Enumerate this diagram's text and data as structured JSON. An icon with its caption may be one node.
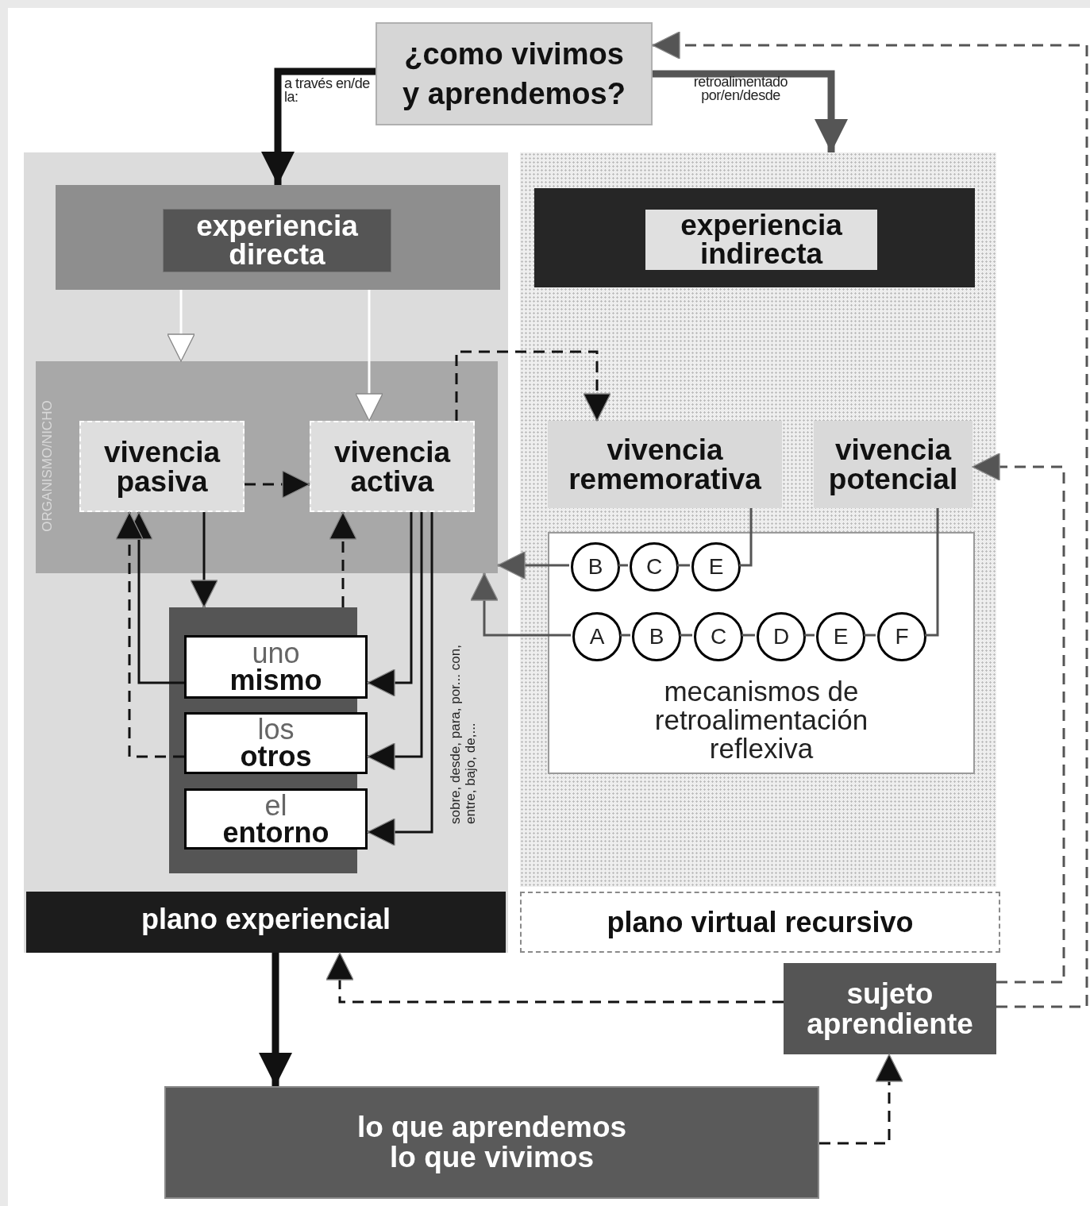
{
  "diagram": {
    "nodes": [
      {
        "text": [
          "¿como vivimos y aprendemos?"
        ]
      },
      {
        "text": [
          "plano experiencial"
        ]
      },
      {
        "text": [
          "experiencia directa"
        ],
        "in": 1
      },
      {
        "text": [
          "ORGANISMO/NICHO"
        ],
        "in": 1
      },
      {
        "text": [
          "vivencia pasiva"
        ],
        "in": 3
      },
      {
        "text": [
          "vivencia activa"
        ],
        "in": 3
      },
      {
        "text": [],
        "shape": "box",
        "in": 1
      },
      {
        "text": [
          "uno",
          "mismo"
        ],
        "in": 6
      },
      {
        "text": [
          "los",
          "otros"
        ],
        "in": 6
      },
      {
        "text": [
          "el",
          "entorno"
        ],
        "in": 6
      },
      {
        "text": [],
        "shape": "box"
      },
      {
        "text": [
          "experiencia indirecta"
        ],
        "in": 10
      },
      {
        "text": [
          "vivencia rememorativa"
        ],
        "in": 10
      },
      {
        "text": [
          "vivencia potencial"
        ],
        "in": 10
      },
      {
        "text": [
          "mecanismos de retroalimentación reflexiva"
        ],
        "in": 10
      },
      {
        "text": [
          "B"
        ],
        "in": 14
      },
      {
        "text": [
          "C"
        ],
        "in": 14
      },
      {
        "text": [
          "E"
        ],
        "in": 14
      },
      {
        "text": [
          "A"
        ],
        "in": 14
      },
      {
        "text": [
          "B"
        ],
        "in": 14
      },
      {
        "text": [
          "C"
        ],
        "in": 14
      },
      {
        "text": [
          "D"
        ],
        "in": 14
      },
      {
        "text": [
          "E"
        ],
        "in": 14
      },
      {
        "text": [
          "F"
        ],
        "in": 14
      },
      {
        "text": [
          "plano virtual recursivo"
        ]
      },
      {
        "text": [
          "sujeto aprendiente"
        ]
      },
      {
        "text": [
          "lo que aprendemos lo que vivimos"
        ]
      }
    ],
    "edges": [
      {
        "from": 0,
        "to": 2,
        "arrow": "to",
        "label": "a través en/de la:",
        "style": "thick"
      },
      {
        "from": 0,
        "to": 10,
        "arrow": "to",
        "label": "retroalimentado por/en/desde",
        "style": "thick",
        "color": "#555555"
      },
      {
        "from": 2,
        "to": 3,
        "arrow": "to",
        "color": "#ffffff"
      },
      {
        "from": 2,
        "to": 5,
        "arrow": "to",
        "color": "#ffffff"
      },
      {
        "from": 5,
        "to": 12,
        "arrow": "to",
        "style": "dashed"
      },
      {
        "from": 4,
        "to": 5,
        "arrow": "to",
        "style": "dashed"
      },
      {
        "from": 4,
        "to": 6,
        "arrow": "to"
      },
      {
        "from": 7,
        "to": 4,
        "arrow": "to"
      },
      {
        "from": 8,
        "to": 4,
        "arrow": "to",
        "style": "dashed"
      },
      {
        "from": 6,
        "to": 5,
        "arrow": "to",
        "style": "dashed"
      },
      {
        "from": 5,
        "to": 7,
        "arrow": "to"
      },
      {
        "from": 5,
        "to": 8,
        "arrow": "to"
      },
      {
        "from": 5,
        "to": 9,
        "arrow": "to"
      },
      {
        "from": 12,
        "to": 17,
        "arrow": "none",
        "color": "#555555"
      },
      {
        "from": 17,
        "to": 16,
        "arrow": "none",
        "color": "#555555"
      },
      {
        "from": 16,
        "to": 15,
        "arrow": "none",
        "color": "#555555"
      },
      {
        "from": 15,
        "to": 3,
        "arrow": "to",
        "color": "#555555"
      },
      {
        "from": 13,
        "to": 23,
        "arrow": "none",
        "color": "#555555"
      },
      {
        "from": 23,
        "to": 22,
        "arrow": "none",
        "color": "#555555"
      },
      {
        "from": 22,
        "to": 21,
        "arrow": "none",
        "color": "#555555"
      },
      {
        "from": 21,
        "to": 20,
        "arrow": "none",
        "color": "#555555"
      },
      {
        "from": 20,
        "to": 19,
        "arrow": "none",
        "color": "#555555"
      },
      {
        "from": 19,
        "to": 18,
        "arrow": "none",
        "color": "#555555"
      },
      {
        "from": 18,
        "to": 3,
        "arrow": "to",
        "color": "#555555"
      },
      {
        "from": 25,
        "to": 13,
        "arrow": "to",
        "style": "dashed",
        "color": "#555555"
      },
      {
        "from": 25,
        "to": 0,
        "arrow": "to",
        "style": "dashed",
        "color": "#555555"
      },
      {
        "from": 25,
        "to": 1,
        "arrow": "to",
        "style": "dashed"
      },
      {
        "from": 1,
        "to": 26,
        "arrow": "to",
        "style": "thick"
      },
      {
        "from": 26,
        "to": 25,
        "arrow": "to",
        "style": "dashed"
      }
    ],
    "labels": [
      "sobre, desde, para, por... con, entre, bajo, de,..."
    ]
  }
}
